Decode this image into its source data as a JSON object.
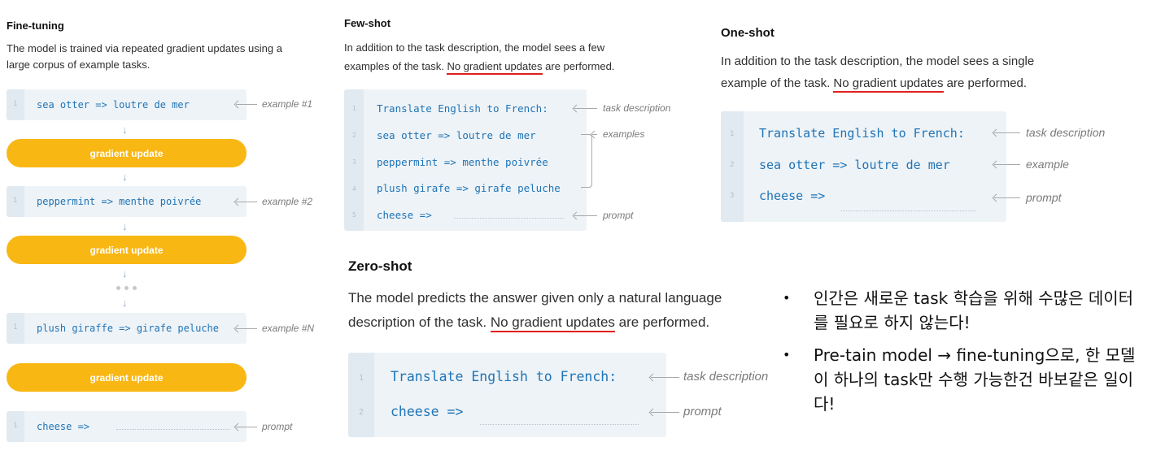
{
  "fine_tuning": {
    "title": "Fine-tuning",
    "desc_line1": "The model is trained via repeated gradient updates using a",
    "desc_line2": "large corpus of example tasks.",
    "blocks": [
      {
        "line_no": "1",
        "code": "sea otter => loutre de mer",
        "label": "example #1"
      },
      {
        "line_no": "1",
        "code": "peppermint => menthe poivrée",
        "label": "example #2"
      },
      {
        "line_no": "1",
        "code": "plush giraffe => girafe peluche",
        "label": "example #N"
      },
      {
        "line_no": "1",
        "code": "cheese =>",
        "label": "prompt"
      }
    ],
    "update_label": "gradient update"
  },
  "few_shot": {
    "title": "Few-shot",
    "desc_line1": "In addition to the task description, the model sees a few",
    "desc_pre": "examples of the task. ",
    "desc_highlight": "No gradient updates",
    "desc_post": " are performed.",
    "lines": [
      {
        "n": "1",
        "code": "Translate English to French:"
      },
      {
        "n": "2",
        "code": "sea otter => loutre de mer"
      },
      {
        "n": "3",
        "code": "peppermint => menthe poivrée"
      },
      {
        "n": "4",
        "code": "plush girafe => girafe peluche"
      },
      {
        "n": "5",
        "code": "cheese =>"
      }
    ],
    "labels": {
      "task": "task description",
      "examples": "examples",
      "prompt": "prompt"
    }
  },
  "one_shot": {
    "title": "One-shot",
    "desc_line1": "In addition to the task description, the model sees a single",
    "desc_pre": "example of the task. ",
    "desc_highlight": "No gradient updates",
    "desc_post": " are performed.",
    "lines": [
      {
        "n": "1",
        "code": "Translate English to French:"
      },
      {
        "n": "2",
        "code": "sea otter => loutre de mer"
      },
      {
        "n": "3",
        "code": "cheese =>"
      }
    ],
    "labels": {
      "task": "task description",
      "example": "example",
      "prompt": "prompt"
    }
  },
  "zero_shot": {
    "title": "Zero-shot",
    "desc_line1": "The model predicts the answer given only a natural language",
    "desc_pre": "description of the task. ",
    "desc_highlight": "No gradient updates",
    "desc_post": " are performed.",
    "lines": [
      {
        "n": "1",
        "code": "Translate English to French:"
      },
      {
        "n": "2",
        "code": "cheese =>"
      }
    ],
    "labels": {
      "task": "task description",
      "prompt": "prompt"
    }
  },
  "notes": {
    "bullet_char": "•",
    "items": [
      "인간은 새로운 task 학습을 위해 수많은 데이터를 필요로 하지 않는다!",
      "Pre-tain model → fine-tuning으로, 한 모델이 하나의 task만 수행 가능한건 바보같은 일이다!"
    ]
  },
  "colors": {
    "code": "#1f74b6",
    "box": "#eef3f7",
    "button": "#f9b713",
    "underline": "#e0201b"
  }
}
